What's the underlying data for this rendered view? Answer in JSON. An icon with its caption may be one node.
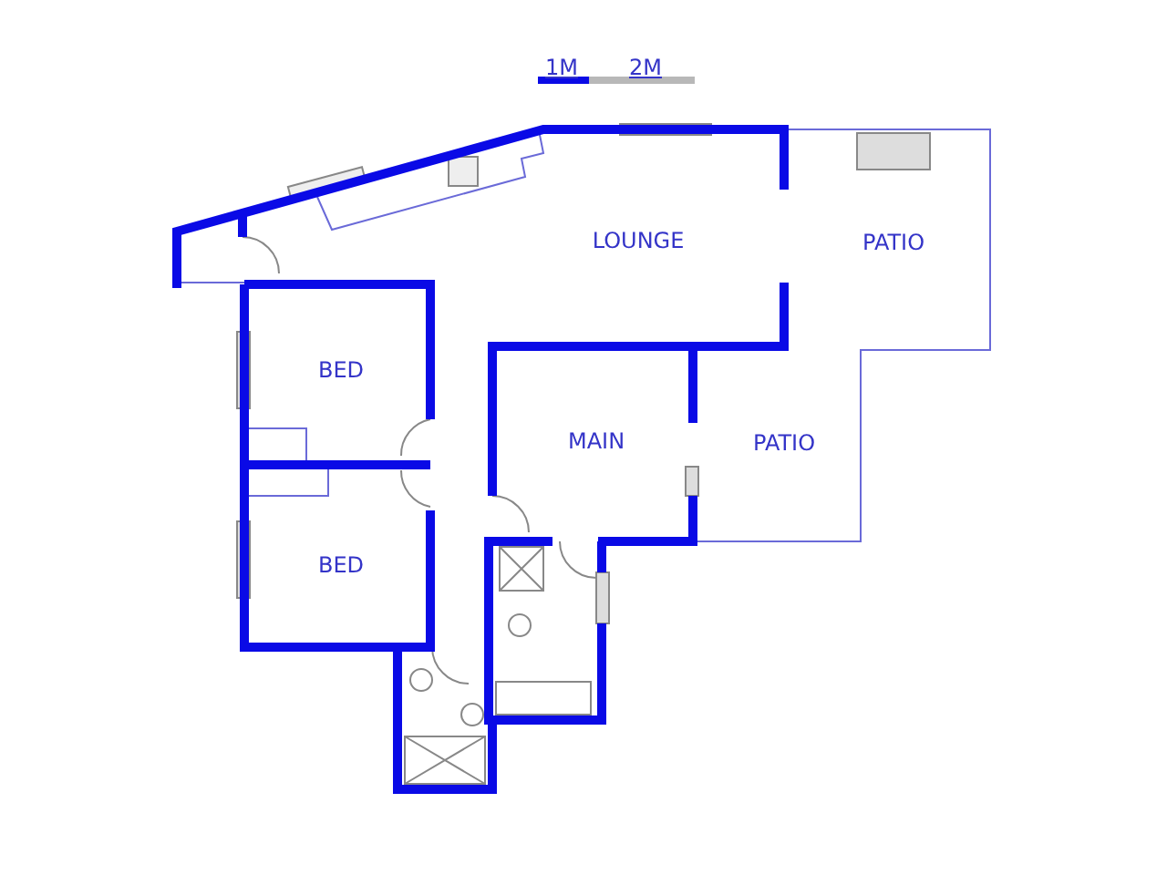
{
  "diagram": {
    "labels": [
      "1M",
      "2M",
      "LOUNGE",
      "PATIO",
      "BED",
      "MAIN",
      "PATIO",
      "BED"
    ]
  }
}
